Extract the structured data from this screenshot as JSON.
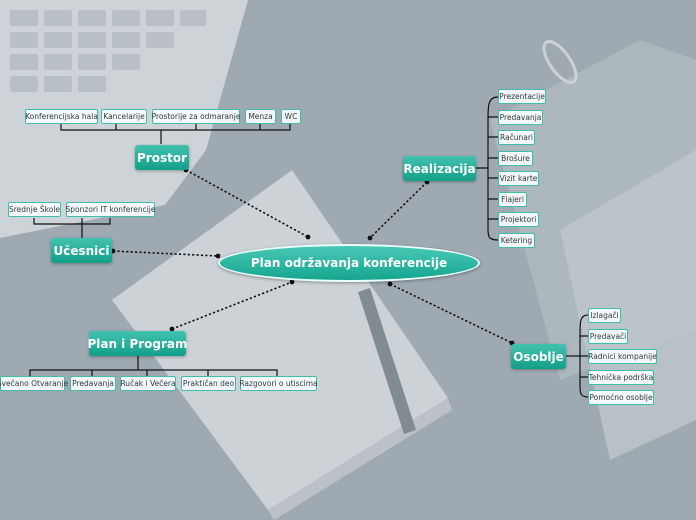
{
  "central": "Plan održavanja konferencije",
  "branches": {
    "prostor": {
      "label": "Prostor",
      "items": [
        "Konferencijska hala",
        "Kancelarije",
        "Prostorije za odmaranje",
        "Menza",
        "WC"
      ]
    },
    "ucesnici": {
      "label": "Učesnici",
      "items": [
        "Srednje Škole",
        "Sponzori IT konferencije"
      ]
    },
    "plan": {
      "label": "Plan i Program",
      "items": [
        "Svečano Otvaranje",
        "Predavanja",
        "Ručak i Večera",
        "Praktičan deo",
        "Razgovori o utiscima"
      ]
    },
    "realizacija": {
      "label": "Realizacija",
      "items": [
        "Prezentacije",
        "Predavanja",
        "Računari",
        "Brošure",
        "Vizit karte",
        "Flajeri",
        "Projektori",
        "Ketering"
      ]
    },
    "osoblje": {
      "label": "Osoblje",
      "items": [
        "Izlagači",
        "Predavači",
        "Radnici kompanije",
        "Tehnička podrška",
        "Pomoćno osoblje"
      ]
    }
  },
  "colors": {
    "accent": "#1fae98",
    "leaf_border": "#3fbfab",
    "connector": "#111111"
  }
}
